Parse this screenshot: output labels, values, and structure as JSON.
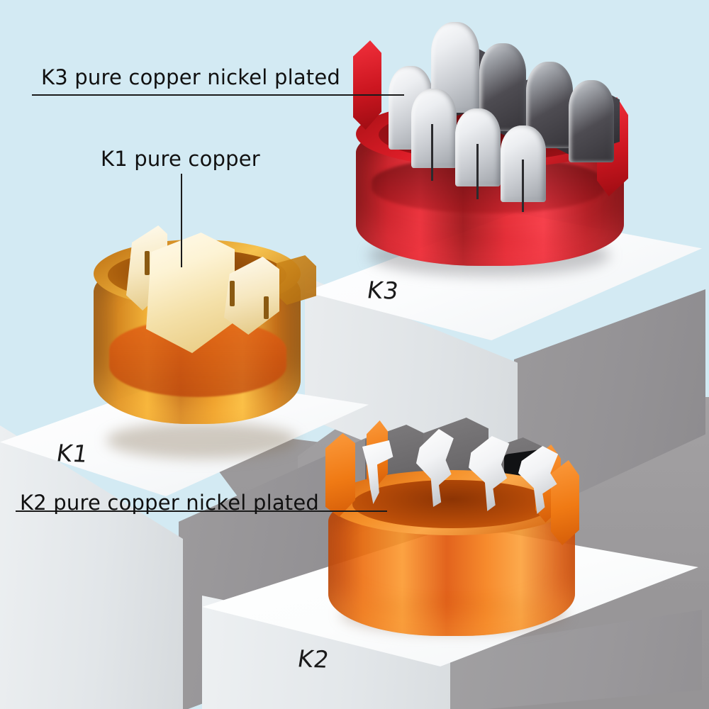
{
  "image": {
    "kind": "product-photo-illustration",
    "background_color": "#d3eaf3",
    "subject": "three translucent round electrical connector bases on white pedestals"
  },
  "annotations": [
    {
      "id": "k3",
      "text": "K3 pure copper nickel plated",
      "leader": "horizontal-underline-to-right"
    },
    {
      "id": "k1",
      "text": "K1 pure copper",
      "leader": "vertical-down"
    },
    {
      "id": "k2",
      "text": "K2 pure copper nickel plated",
      "leader": "horizontal-underline-to-right"
    }
  ],
  "pedestal_captions": {
    "k1": "K1",
    "k2": "K2",
    "k3": "K3"
  },
  "products": [
    {
      "id": "k1",
      "caption": "K1",
      "material": "pure copper",
      "housing_color": "#e8921a",
      "contact_color": "#fdf3d4",
      "description": "amber translucent round housing with gold copper contact blades"
    },
    {
      "id": "k2",
      "caption": "K2",
      "material": "pure copper nickel plated",
      "housing_color": "#f07a14",
      "contact_color": "#f2f3f5",
      "description": "orange translucent round housing with silver nickel plated contacts"
    },
    {
      "id": "k3",
      "caption": "K3",
      "material": "pure copper nickel plated",
      "housing_color": "#e01c28",
      "contact_color": "#eceef1",
      "description": "red translucent round housing with rounded nickel plated blade contacts"
    }
  ],
  "palette": {
    "background": "#d3eaf3",
    "pedestal_top": "#ffffff",
    "pedestal_left": "#e4e8eb",
    "pedestal_right": "#969496",
    "ground": "#9a989a",
    "text": "#111111",
    "leader_line": "#1b1b1b"
  }
}
